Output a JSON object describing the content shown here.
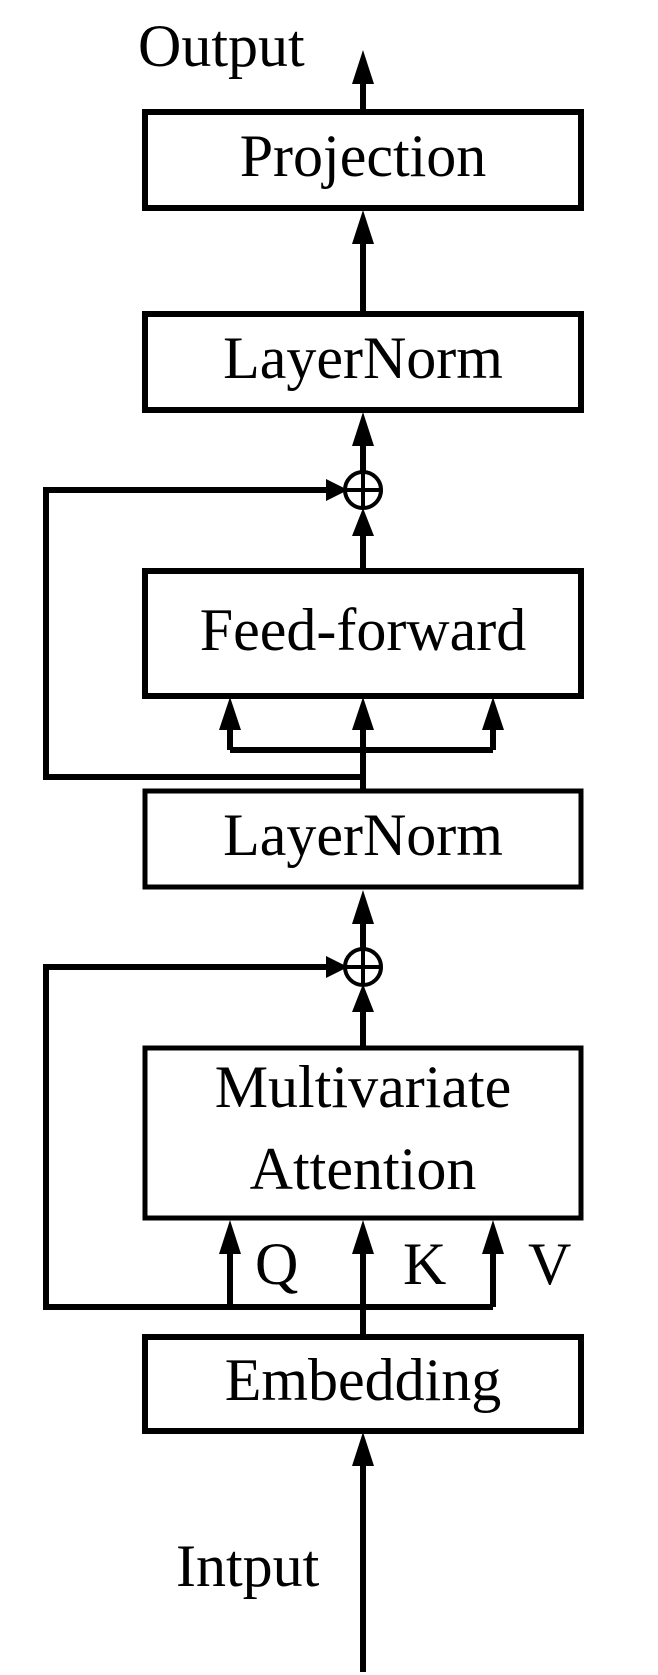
{
  "labels": {
    "output": "Output",
    "input": "Intput"
  },
  "blocks": {
    "projection": "Projection",
    "layernorm_top": "LayerNorm",
    "feed_forward": "Feed-forward",
    "layernorm_bottom": "LayerNorm",
    "multivariate_attention_line1": "Multivariate",
    "multivariate_attention_line2": "Attention",
    "embedding": "Embedding"
  },
  "qkv": {
    "q": "Q",
    "k": "K",
    "v": "V"
  }
}
